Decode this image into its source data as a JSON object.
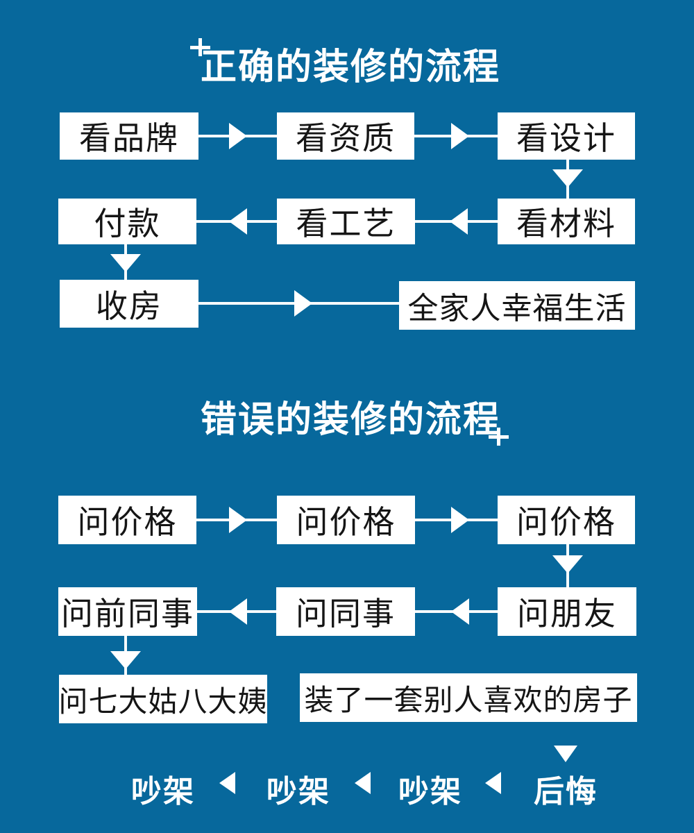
{
  "colors": {
    "background": "#07689c",
    "box_fill": "#ffffff",
    "box_text": "#151515",
    "line_and_title": "#ffffff"
  },
  "flow_correct": {
    "title": "正确的装修的流程",
    "steps": {
      "brand": "看品牌",
      "qualification": "看资质",
      "design": "看设计",
      "material": "看材料",
      "craft": "看工艺",
      "payment": "付款",
      "receive_house": "收房",
      "happy_life": "全家人幸福生活"
    }
  },
  "flow_wrong": {
    "title": "错误的装修的流程",
    "steps": {
      "ask_price_1": "问价格",
      "ask_price_2": "问价格",
      "ask_price_3": "问价格",
      "ask_friend": "问朋友",
      "ask_colleague": "问同事",
      "ask_ex_colleague": "问前同事",
      "ask_aunts": "问七大姑八大姨",
      "decorated_for_others": "装了一套别人喜欢的房子",
      "quarrel_1": "吵架",
      "quarrel_2": "吵架",
      "quarrel_3": "吵架",
      "regret": "后悔"
    }
  }
}
